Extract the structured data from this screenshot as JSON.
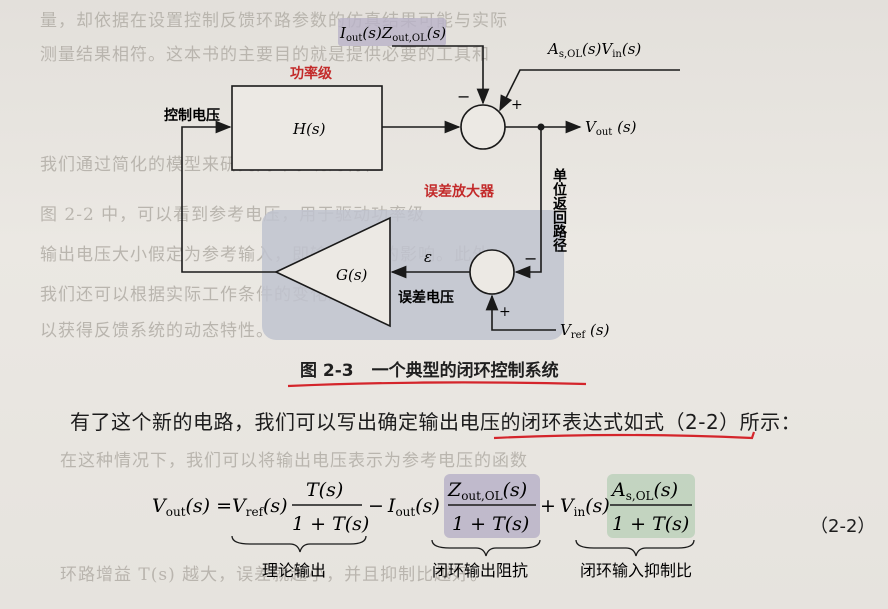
{
  "diagram": {
    "label_current": "I_out(s)Z_out,OL(s)",
    "label_input": "A_s,OL(s)V_in(s)",
    "label_power_stage": "功率级",
    "label_control_voltage": "控制电压",
    "block_h": "H(s)",
    "block_g": "G(s)",
    "label_output": "V_out(s)",
    "label_unity_return": "单位返回路径",
    "label_error_amp": "误差放大器",
    "label_epsilon": "ε",
    "label_error_voltage": "误差电压",
    "label_ref": "V_ref(s)",
    "sign_minus": "−",
    "sign_plus": "+"
  },
  "caption": {
    "number": "图 2-3",
    "text": "一个典型的闭环控制系统"
  },
  "paragraph": "有了这个新的电路，我们可以写出确定输出电压的闭环表达式如式（2-2）所示：",
  "equation": {
    "number": "（2-2）",
    "brace_ideal": "理论输出",
    "brace_impedance": "闭环输出阻抗",
    "brace_rejection": "闭环输入抑制比"
  },
  "colors": {
    "highlight_purple": "#b9b3c8",
    "highlight_green": "#bcd1bb",
    "shade_blue": "#bfc3cf",
    "underline_red": "#d4252b"
  }
}
